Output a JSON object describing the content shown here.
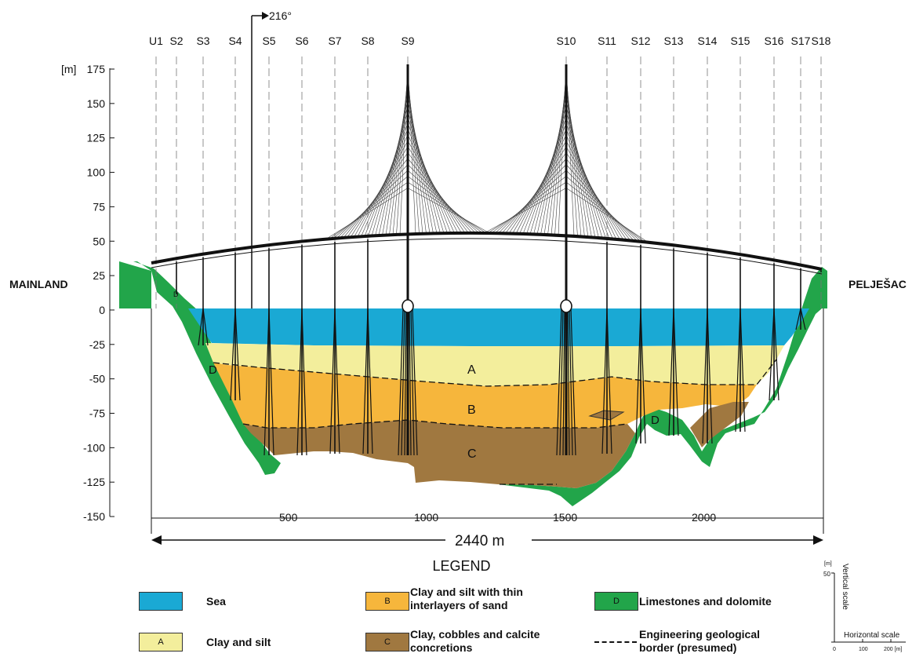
{
  "support_labels": [
    "U1",
    "S2",
    "S3",
    "S4",
    "S5",
    "S6",
    "S7",
    "S8",
    "S9",
    "S10",
    "S11",
    "S12",
    "S13",
    "S14",
    "S15",
    "S16",
    "S17",
    "S18"
  ],
  "bearing": "216°",
  "y_axis": {
    "unit": "[m]",
    "ticks": [
      "175",
      "150",
      "125",
      "100",
      "75",
      "50",
      "25",
      "0",
      "-25",
      "-50",
      "-75",
      "-100",
      "-125",
      "-150"
    ]
  },
  "x_axis": {
    "ticks": [
      "500",
      "1000",
      "1500",
      "2000"
    ],
    "span_label": "2440 m"
  },
  "sides": {
    "left": "MAINLAND",
    "right": "PELJEŠAC"
  },
  "layer_labels": {
    "a": "A",
    "b": "B",
    "c": "C",
    "d_left": "D",
    "d_right": "D",
    "d_small": "D"
  },
  "legend": {
    "title": "LEGEND",
    "items": [
      {
        "key": "",
        "label": "Sea",
        "color": "#1aa9d4"
      },
      {
        "key": "B",
        "label": "Clay and silt with thin\ninterlayers of sand",
        "color": "#f6b63c"
      },
      {
        "key": "D",
        "label": "Limestones and dolomite",
        "color": "#22a54a"
      },
      {
        "key": "A",
        "label": "Clay and silt",
        "color": "#f3ee9c"
      },
      {
        "key": "C",
        "label": "Clay, cobbles and calcite\nconcretions",
        "color": "#a07840"
      },
      {
        "key": "",
        "label": "Engineering geological\nborder (presumed)",
        "color": "#000000"
      }
    ]
  },
  "scales": {
    "vertical_unit": "[m]",
    "vertical_value": "50",
    "vertical_label": "Vertical scale",
    "horizontal_label": "Horizontal scale",
    "h_ticks": [
      "0",
      "100",
      "200 [m]"
    ]
  }
}
